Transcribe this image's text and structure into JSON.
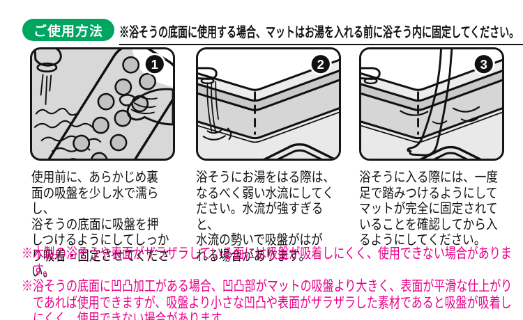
{
  "colors": {
    "accent_green": "#00a55f",
    "warning_magenta": "#e9008a",
    "panel_background": "#d8d8d8",
    "line_black": "#111111"
  },
  "header": {
    "badge_label": "ご使用方法",
    "note": "※浴そうの底面に使用する場合、マットはお湯を入れる前に浴そう内に固定してください。"
  },
  "steps": [
    {
      "number": "1",
      "illustration": "rinse-suction-cup-mat-under-faucet",
      "caption": "使用前に、あらかじめ裏\n面の吸盤を少し水で濡らし、\n浴そうの底面に吸盤を押\nしつけるようにしてしっか\nり吸着・固定させてください。"
    },
    {
      "number": "2",
      "illustration": "fill-bathtub-with-gentle-stream",
      "caption": "浴そうにお湯をはる際は、\nなるべく弱い水流にしてく\nださい。水流が強すぎると、\n水流の勢いで吸盤がはが\nれる場合があります。"
    },
    {
      "number": "3",
      "illustration": "step-on-mat-to-check-fixed",
      "caption": "浴そうに入る際には、一度\n足で踏みつけるようにして\nマットが完全に固定されて\nいることを確認してから入\nるようにしてください。"
    }
  ],
  "footer": {
    "notes": [
      "※木製の浴そうや表面がザラザラしている面には吸盤が吸着しにくく、使用できない場合があります。",
      "※浴そうの底面に凹凸加工がある場合、凹凸部がマットの吸盤より大きく、表面が平滑な仕上がり\nであれば使用できますが、吸盤より小さな凹凸や表面がザラザラした素材であると吸盤が吸着し\nにくく、使用できない場合があります。"
    ]
  }
}
